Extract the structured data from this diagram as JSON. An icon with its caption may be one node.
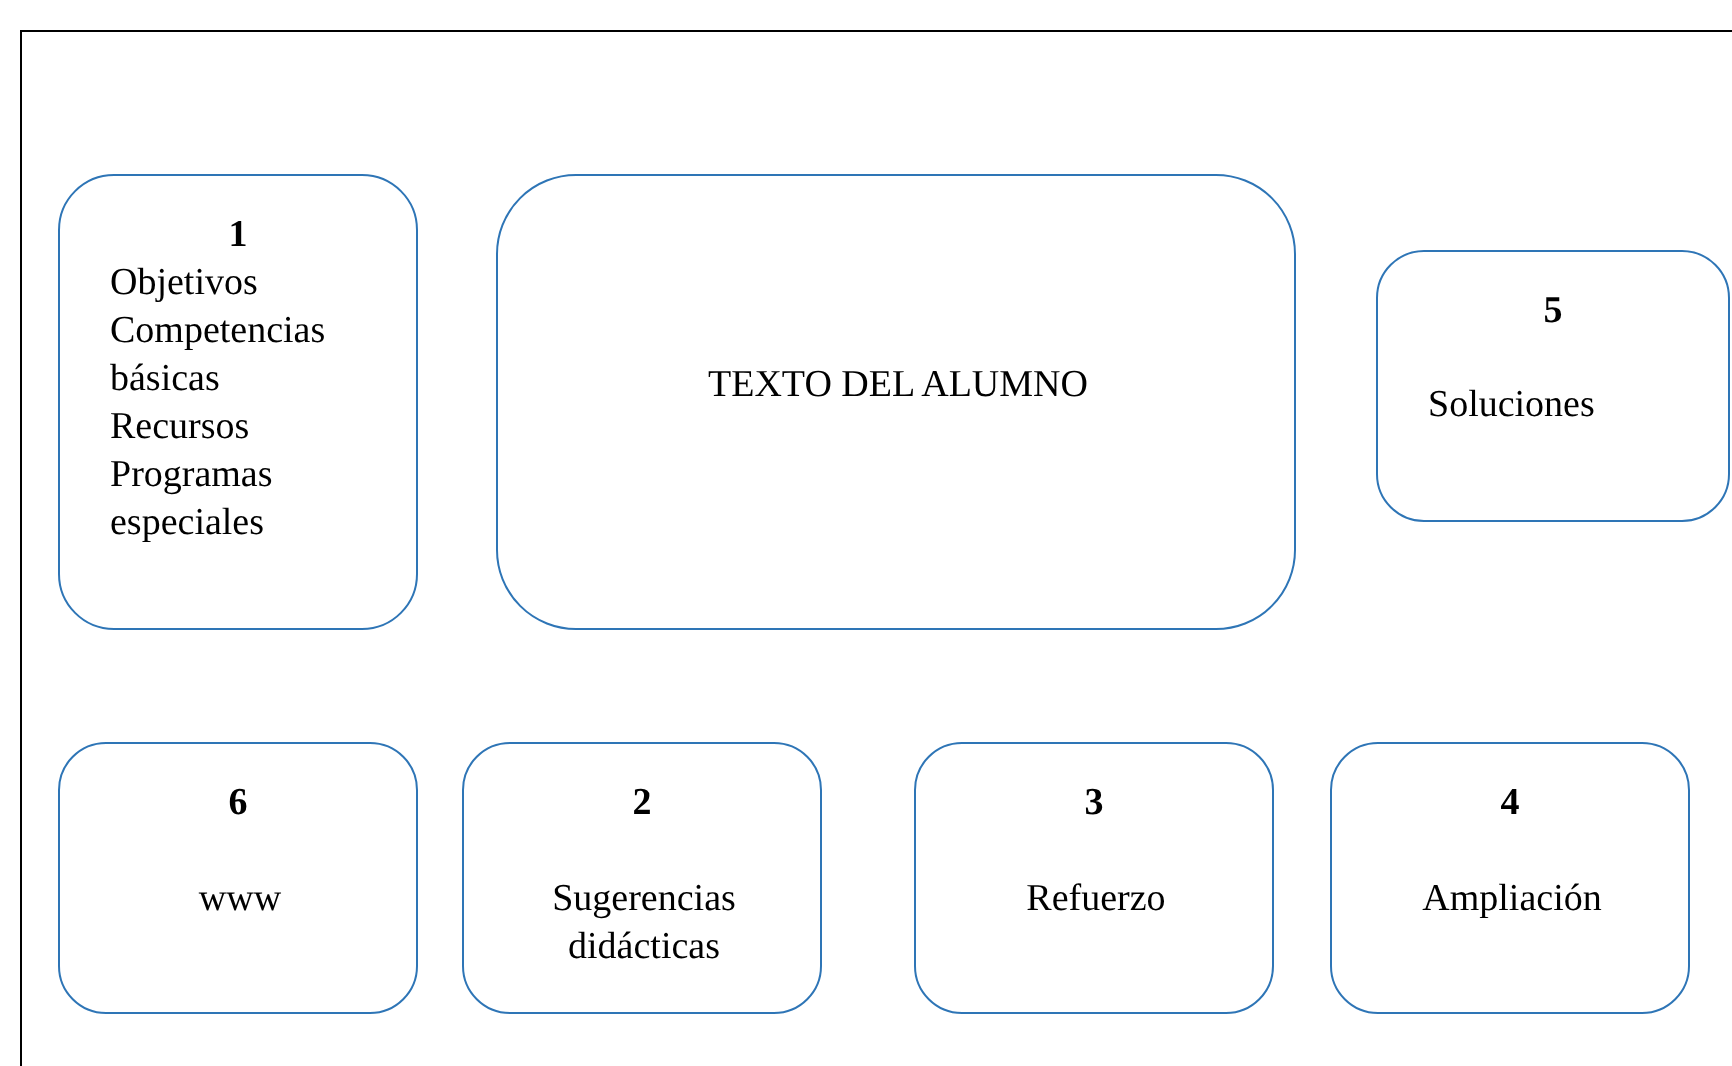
{
  "diagram": {
    "nodes": [
      {
        "text": [
          "1",
          "Objetivos",
          "Competencias básicas",
          "Recursos",
          "Programas especiales"
        ]
      },
      {
        "text": [
          "TEXTO DEL ALUMNO"
        ]
      },
      {
        "text": [
          "5",
          "Soluciones"
        ]
      },
      {
        "text": [
          "6",
          "www"
        ]
      },
      {
        "text": [
          "2",
          "Sugerencias didácticas"
        ]
      },
      {
        "text": [
          "3",
          "Refuerzo"
        ]
      },
      {
        "text": [
          "4",
          "Ampliación"
        ]
      }
    ]
  }
}
